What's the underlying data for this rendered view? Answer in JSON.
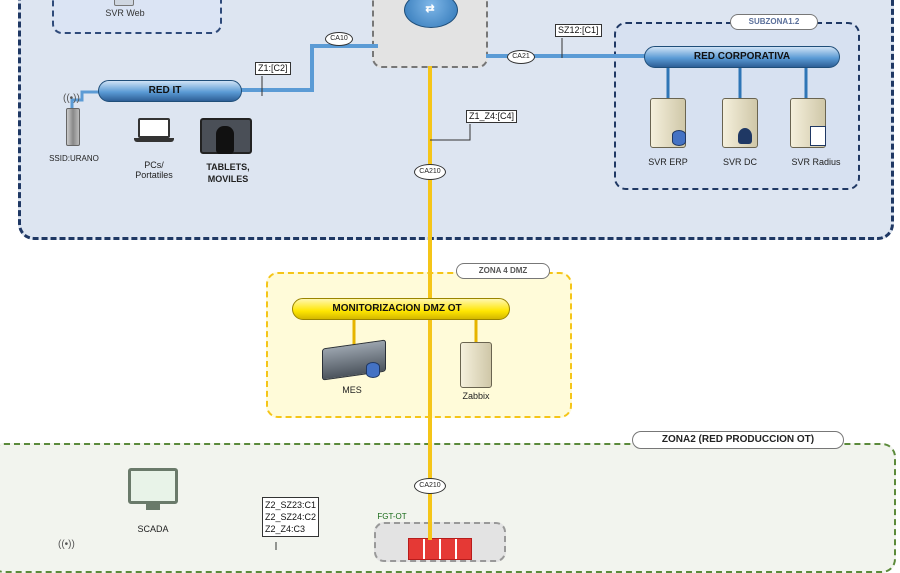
{
  "zones": {
    "zone1": {
      "subzone_tag": "SUBZONA1.2"
    },
    "zone4": {
      "tag": "ZONA 4 DMZ"
    },
    "zone2": {
      "tag": "ZONA2 (RED PRODUCCION OT)"
    }
  },
  "networks": {
    "red_it": "RED IT",
    "red_corporativa": "RED CORPORATIVA",
    "monitorizacion": "MONITORIZACION DMZ OT"
  },
  "devices": {
    "svr_web": "SVR Web",
    "ssid": "SSID:URANO",
    "pcs_line1": "PCs/",
    "pcs_line2": "Portatiles",
    "tablets_line1": "TABLETS,",
    "tablets_line2": "MOVILES",
    "svr_erp": "SVR ERP",
    "svr_dc": "SVR DC",
    "svr_radius": "SVR Radius",
    "mes": "MES",
    "zabbix": "Zabbix",
    "scada": "SCADA",
    "fgt_ot": "FGT-OT"
  },
  "connectors": {
    "ca10": "CA10",
    "ca21": "CA21",
    "ca210_top": "CA210",
    "ca210_bottom": "CA210"
  },
  "conduits": {
    "z1_c2": "Z1:[C2]",
    "sz12_c1": "SZ12:[C1]",
    "z1_z4_c4": "Z1_Z4:[C4]",
    "z2_list": [
      "Z2_SZ23:C1",
      "Z2_SZ24:C2",
      "Z2_Z4:C3"
    ]
  },
  "colors": {
    "zone1_fill": "#dde5f1",
    "zone1_border": "#1f3864",
    "zone4_fill": "#fffbd9",
    "zone4_border": "#f5c518",
    "zone2_fill": "#f2f4ee",
    "zone2_border": "#5b8a3a",
    "it_link": "#5b9bd5",
    "ot_link": "#f5c518"
  }
}
